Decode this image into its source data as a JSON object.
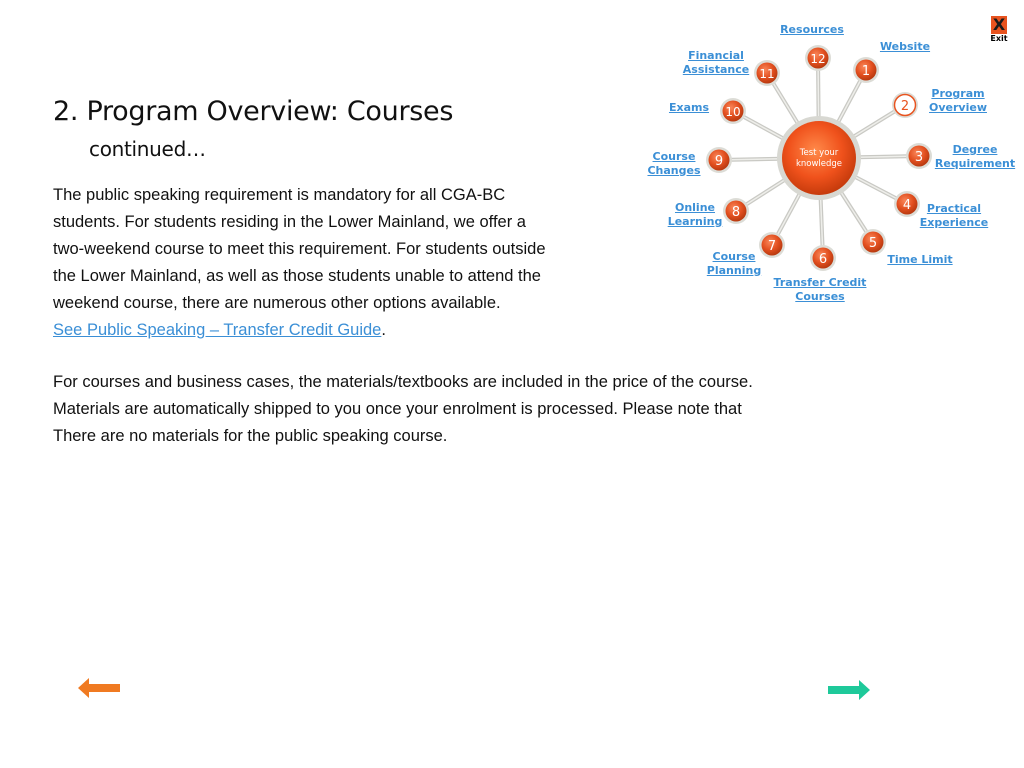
{
  "header": {
    "title": "2. Program Overview: Courses",
    "subtitle": "continued…"
  },
  "content": {
    "para1_lines": [
      "The public speaking requirement is mandatory for all CGA-BC",
      "students. For students residing in the Lower Mainland, we offer a",
      "two-weekend course to meet this requirement. For students outside",
      "the Lower Mainland, as well as those students unable to attend the",
      "weekend course, there are numerous other options available."
    ],
    "link_text": "See Public Speaking – Transfer Credit Guide",
    "link_suffix": ".",
    "para2_lines": [
      "For courses and business cases, the materials/textbooks are included in the price of the course.",
      "Materials are automatically shipped to you once your enrolment is processed. Please note that",
      "There are no materials for the public speaking course."
    ]
  },
  "exit": {
    "glyph": "X",
    "label": "Exit"
  },
  "wheel": {
    "center_label_line1": "Test your",
    "center_label_line2": "knowledge",
    "nodes": [
      {
        "number": "1",
        "label": "Website",
        "active": false
      },
      {
        "number": "2",
        "label": "Program Overview",
        "active": true
      },
      {
        "number": "3",
        "label": "Degree Requirement",
        "active": false
      },
      {
        "number": "4",
        "label": "Practical Experience",
        "active": false
      },
      {
        "number": "5",
        "label": "Time Limit",
        "active": false
      },
      {
        "number": "6",
        "label": "Transfer Credit Courses",
        "active": false
      },
      {
        "number": "7",
        "label": "Course Planning",
        "active": false
      },
      {
        "number": "8",
        "label": "Online Learning",
        "active": false
      },
      {
        "number": "9",
        "label": "Course Changes",
        "active": false
      },
      {
        "number": "10",
        "label": "Exams",
        "active": false
      },
      {
        "number": "11",
        "label": "Financial Assistance",
        "active": false
      },
      {
        "number": "12",
        "label": "Resources",
        "active": false
      }
    ]
  },
  "nav": {
    "back_icon": "arrow-left-icon",
    "next_icon": "arrow-right-icon"
  },
  "colors": {
    "accent_orange": "#e8531f",
    "link_blue": "#3b8fd6",
    "next_green": "#1ec99a",
    "back_orange": "#f07a21"
  }
}
